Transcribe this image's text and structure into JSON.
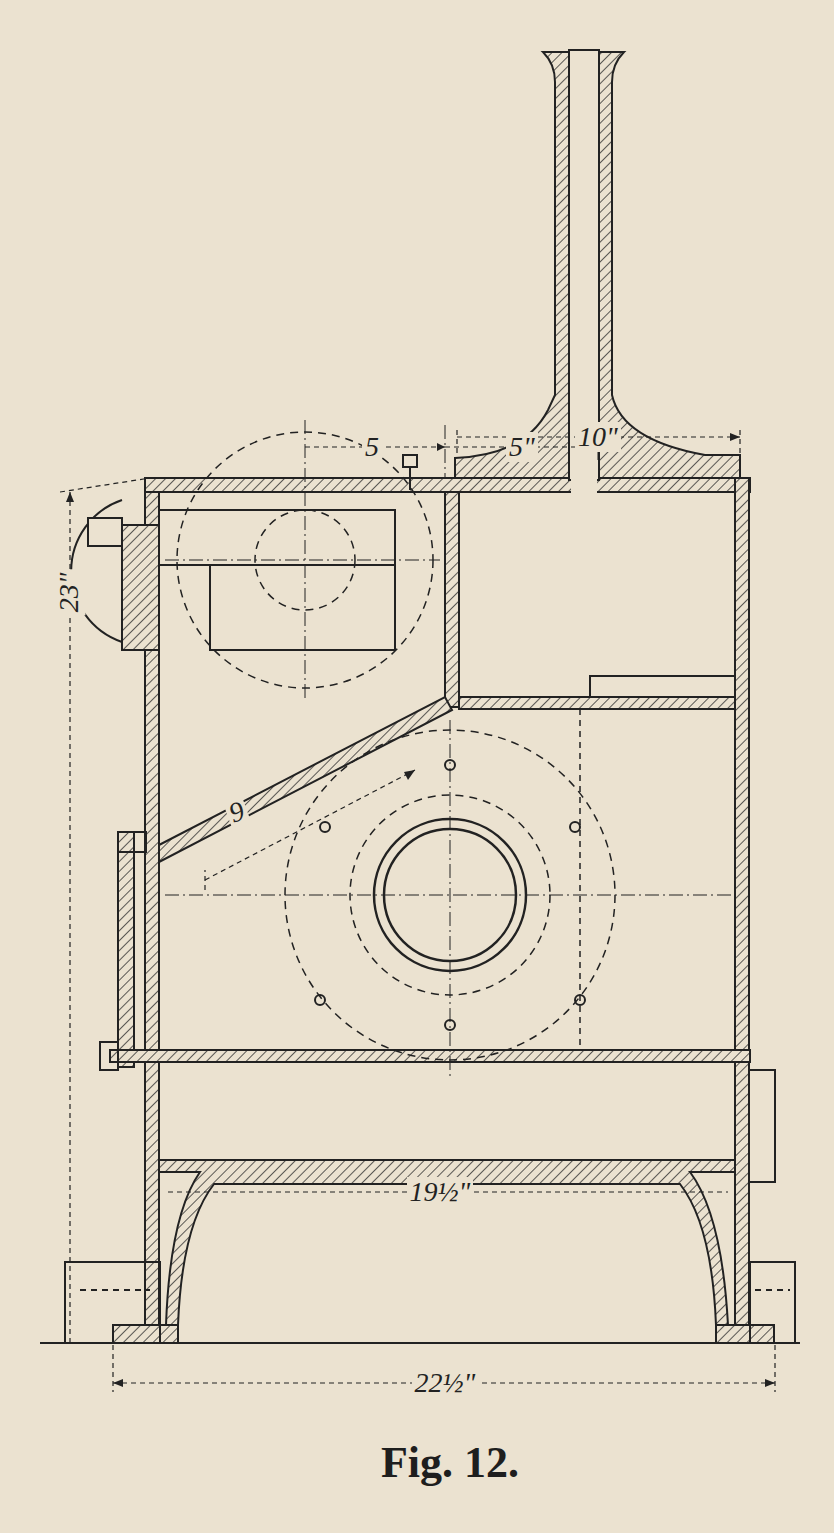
{
  "diagram": {
    "caption": "Fig. 12.",
    "labels": [
      "5",
      "5\"",
      "10\"",
      "23\"",
      "9",
      "19½\"",
      "22½\""
    ]
  }
}
